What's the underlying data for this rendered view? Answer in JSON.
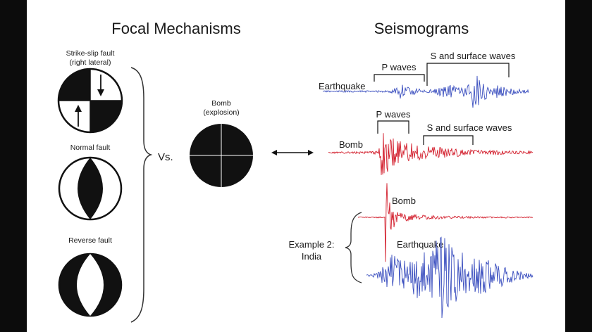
{
  "headings": {
    "focal_mechanisms": "Focal Mechanisms",
    "seismograms": "Seismograms"
  },
  "faults": {
    "strike_slip_line1": "Strike-slip fault",
    "strike_slip_line2": "(right lateral)",
    "normal": "Normal fault",
    "reverse": "Reverse fault"
  },
  "comparison": {
    "vs": "Vs.",
    "bomb_line1": "Bomb",
    "bomb_line2": "(explosion)"
  },
  "traces": {
    "earthquake_label": "Earthquake",
    "bomb_label": "Bomb",
    "p_waves": "P waves",
    "s_surface_waves": "S and surface waves"
  },
  "example": {
    "line1": "Example 2:",
    "line2": "India",
    "bomb_label": "Bomb",
    "earthquake_label": "Earthquake"
  },
  "colors": {
    "background": "#0c0c0c",
    "panel": "#ffffff",
    "ink": "#111111",
    "earthquake": "#3b4fbf",
    "bomb": "#d3202e"
  }
}
